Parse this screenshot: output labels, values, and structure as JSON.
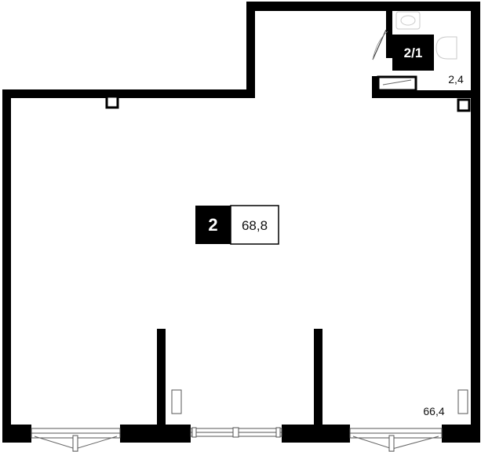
{
  "rooms": {
    "main": {
      "number": "2",
      "area": "68,8"
    },
    "bathroom": {
      "number": "2/1",
      "area": "2,4"
    }
  },
  "total_area": "66,4",
  "colors": {
    "wall": "#000000",
    "background": "#ffffff",
    "fixture": "#c9c9c9"
  }
}
